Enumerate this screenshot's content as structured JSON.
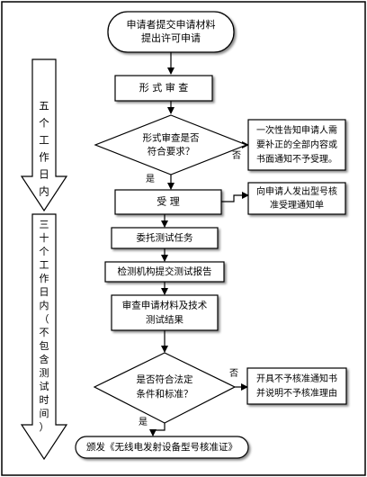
{
  "title": "",
  "nodes": {
    "start": [
      "申请者提交申请材料",
      "提出许可申请"
    ],
    "formal_review": [
      "形 式 审 查"
    ],
    "formal_decision": [
      "形式审查是否",
      "符合要求？"
    ],
    "notify_corrections": [
      "一次性告知申请人需",
      "要补正的全部内容或",
      "书面通知不予受理。"
    ],
    "accept": [
      "受  理"
    ],
    "send_acceptance": [
      "向申请人发出型号核",
      "准受理通知单"
    ],
    "commission_test": [
      "委托测试任务"
    ],
    "test_report": [
      "检测机构提交测试报告"
    ],
    "review_materials": [
      "审查申请材料及技术",
      "测试结果"
    ],
    "compliance_decision": [
      "是否符合法定",
      "条件和标准？"
    ],
    "reject_notice": [
      "开具不予核准通知书",
      "并说明不予核准理由"
    ],
    "issue_certificate": [
      "颁发《无线电发射设备型号核准证》"
    ]
  },
  "edge_labels": {
    "no_1": "否",
    "yes_1": "是",
    "no_2": "否",
    "yes_2": "是"
  },
  "timelines": {
    "phase_1": [
      "五",
      "个",
      "工",
      "作",
      "日",
      "内"
    ],
    "phase_2": [
      "三",
      "十",
      "个",
      "工",
      "作",
      "日",
      "内",
      "（",
      "不",
      "包",
      "含",
      "测",
      "试",
      "时",
      "间",
      "）"
    ]
  }
}
